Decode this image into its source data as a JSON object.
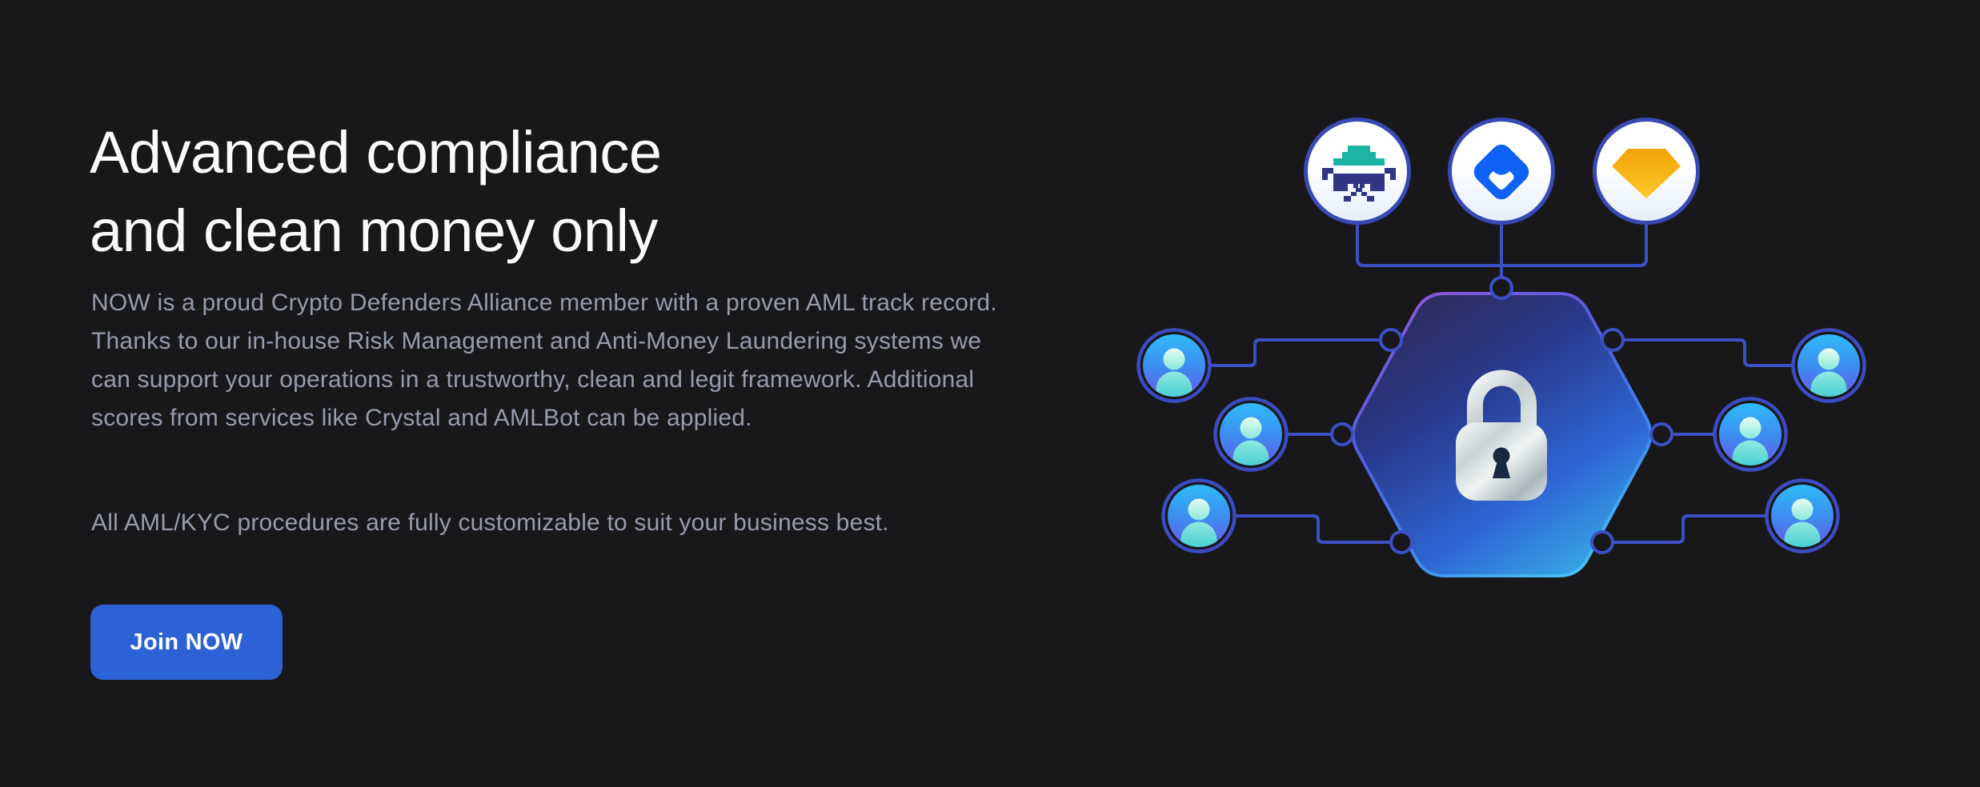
{
  "hero": {
    "title_line1": "Advanced compliance",
    "title_line2": "and clean money only",
    "paragraph1_lines": [
      "NOW is a proud Crypto Defenders Alliance member with a proven AML track record.",
      "Thanks to our in-house Risk Management and Anti-Money Laundering systems we",
      "can support your operations in a trustworthy, clean and legit framework. Additional",
      "scores from services like Crystal and AMLBot can be applied."
    ],
    "paragraph2": "All AML/KYC procedures are fully customizable to suit your business best.",
    "cta_label": "Join NOW"
  },
  "colors": {
    "background": "#18181b",
    "heading_text": "#fafafa",
    "body_text": "#969cab",
    "cta_background": "#2c62d6",
    "cta_text": "#ffffff",
    "connector_line": "#3c4fc4",
    "badge_border": "#3a48b4",
    "badge_fill_top": "#ffffff",
    "badge_fill_bottom": "#e4effb",
    "avatar_gradient_top": "#2fb7f7",
    "avatar_gradient_bottom": "#6b58e8",
    "hexagon_fill_gradient": [
      "#2e2a52",
      "#293a8e",
      "#2e66d4",
      "#37a9e6"
    ],
    "hexagon_border_gradient": [
      "#8d58d8",
      "#4d5ede",
      "#3f8cf0",
      "#46c0f5"
    ],
    "spy_icon_navy": "#303586",
    "spy_icon_teal": "#1cb4a2",
    "crystal_icon_blue": "#0f62f5",
    "gem_icon_gold": "#f5b516",
    "lock_silver": "#d7dfe0",
    "keyhole_navy": "#16293f"
  },
  "illustration": {
    "icons": [
      "spy-pixel-icon",
      "crystal-diamond-icon",
      "gem-icon",
      "lock-icon",
      "user-avatar"
    ],
    "user_avatar_count": 6,
    "service_badge_count": 3
  }
}
